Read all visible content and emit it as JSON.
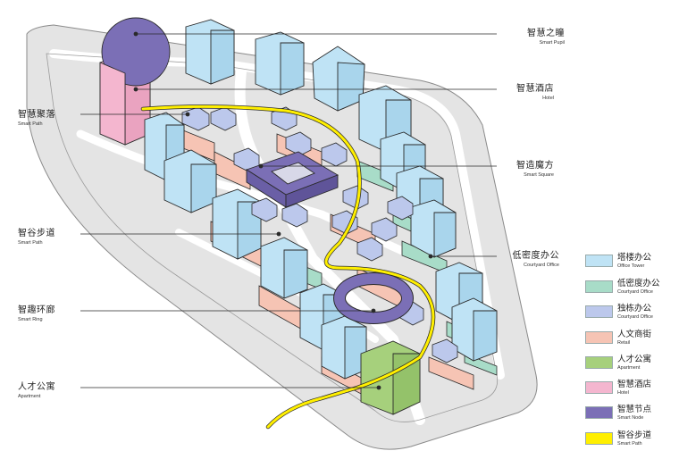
{
  "callouts": [
    {
      "zh": "智慧之瞳",
      "en": "Smart Pupil"
    },
    {
      "zh": "智慧酒店",
      "en": "Hotel"
    },
    {
      "zh": "智慧聚落",
      "en": "Smart Path"
    },
    {
      "zh": "智造魔方",
      "en": "Smart Square"
    },
    {
      "zh": "智谷步道",
      "en": "Smart Path"
    },
    {
      "zh": "低密度办公",
      "en": "Courtyard Office"
    },
    {
      "zh": "智趣环廊",
      "en": "Smart Ring"
    },
    {
      "zh": "人才公寓",
      "en": "Apartment"
    }
  ],
  "legend": [
    {
      "zh": "塔楼办公",
      "en": "Office Tower",
      "color": "#bfe3f5"
    },
    {
      "zh": "低密度办公",
      "en": "Courtyard Office",
      "color": "#a8dcc8"
    },
    {
      "zh": "独栋办公",
      "en": "Courtyard Office",
      "color": "#bcc8ec"
    },
    {
      "zh": "人文商街",
      "en": "Retail",
      "color": "#f6c4b4"
    },
    {
      "zh": "人才公寓",
      "en": "Apartment",
      "color": "#a6d07c"
    },
    {
      "zh": "智慧酒店",
      "en": "Hotel",
      "color": "#f4b6cf"
    },
    {
      "zh": "智慧节点",
      "en": "Smart Node",
      "color": "#7b6fb6"
    },
    {
      "zh": "智谷步道",
      "en": "Smart Path",
      "color": "#ffef00"
    }
  ],
  "colors": {
    "site": "#e4e4e4",
    "road": "#ffffff",
    "outline": "#2a2a2a",
    "tower": "#bfe3f5",
    "retail": "#f6c4b4",
    "courtyard": "#a8dcc8",
    "single": "#bcc8ec",
    "node": "#7b6fb6",
    "hotel": "#f4b6cf",
    "apartment": "#a6d07c",
    "path": "#ffef00"
  }
}
